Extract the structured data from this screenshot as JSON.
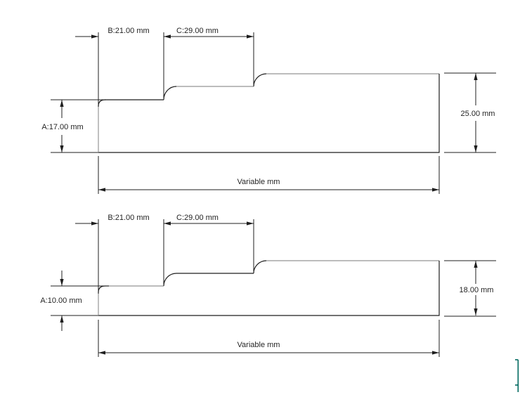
{
  "page": {
    "background": "#ffffff",
    "description": "Technical drawing of two stepped moulding profiles with dimensions"
  },
  "colors": {
    "line": "#1f1f1f",
    "profile_gray": "#a5a5a5",
    "accent_teal": "#00695f",
    "text": "#242424"
  },
  "drawings": [
    {
      "id": "top-profile",
      "labels": {
        "b": "B:21.00 mm",
        "c": "C:29.00 mm",
        "a": "A:17.00 mm",
        "height": "25.00 mm",
        "length": "Variable mm"
      },
      "values": {
        "a_mm": 17.0,
        "b_mm": 21.0,
        "c_mm": 29.0,
        "height_mm": 25.0,
        "length": "Variable"
      }
    },
    {
      "id": "bottom-profile",
      "labels": {
        "b": "B:21.00 mm",
        "c": "C:29.00 mm",
        "a": "A:10.00 mm",
        "height": "18.00 mm",
        "length": "Variable mm"
      },
      "values": {
        "a_mm": 10.0,
        "b_mm": 21.0,
        "c_mm": 29.0,
        "height_mm": 18.0,
        "length": "Variable"
      }
    }
  ]
}
